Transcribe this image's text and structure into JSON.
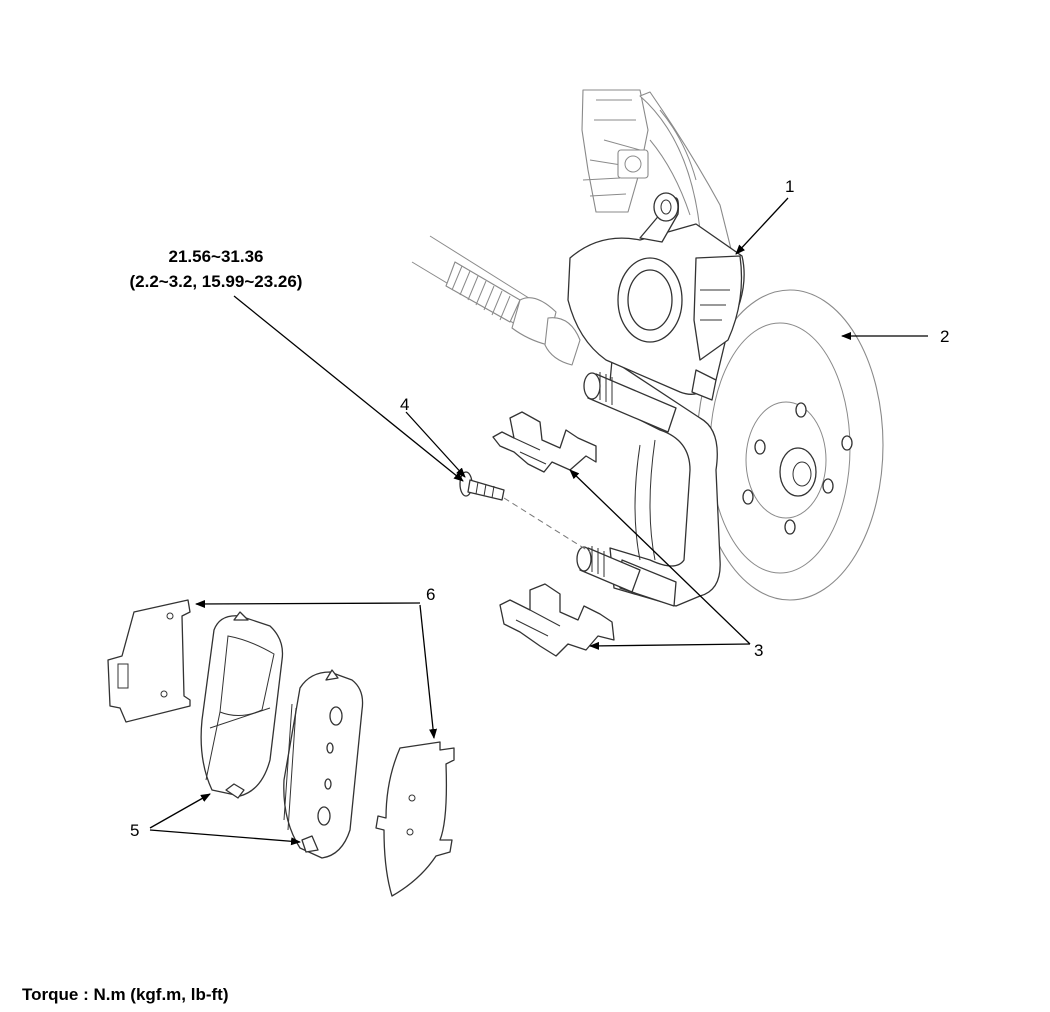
{
  "callouts": {
    "c1": "1",
    "c2": "2",
    "c3": "3",
    "c4": "4",
    "c5": "5",
    "c6": "6"
  },
  "torque_spec": {
    "line1": "21.56~31.36",
    "line2": "(2.2~3.2, 15.99~23.26)"
  },
  "footer_note": "Torque : N.m (kgf.m, lb-ft)"
}
